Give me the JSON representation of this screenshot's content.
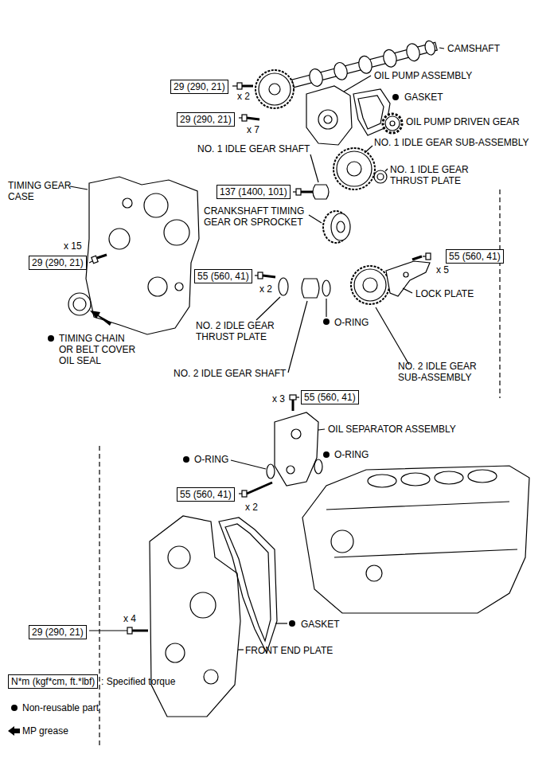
{
  "diagram": {
    "nodes": [
      {
        "text": [
          "29 (290, 21)"
        ]
      },
      {
        "text": [
          "29 (290, 21)"
        ]
      },
      {
        "text": [
          "137 (1400, 101)"
        ]
      },
      {
        "text": [
          "29 (290, 21)"
        ]
      },
      {
        "text": [
          "55 (560, 41)"
        ]
      },
      {
        "text": [
          "55 (560, 41)"
        ]
      },
      {
        "text": [
          "55 (560, 41)"
        ]
      },
      {
        "text": [
          "55 (560, 41)"
        ]
      },
      {
        "text": [
          "29 (290, 21)"
        ]
      },
      {
        "text": [
          "N*m (kgf*cm, ft.*lbf)"
        ]
      }
    ],
    "labels": [
      "CAMSHAFT",
      "OIL PUMP ASSEMBLY",
      "x 2",
      "GASKET",
      "x 7",
      "OIL PUMP DRIVEN GEAR",
      "NO. 1 IDLE GEAR SHAFT",
      "NO. 1 IDLE GEAR SUB-ASSEMBLY",
      "TIMING GEAR CASE",
      "NO. 1 IDLE GEAR THRUST PLATE",
      "CRANKSHAFT TIMING GEAR OR SPROCKET",
      "x 15",
      "x 5",
      "LOCK PLATE",
      "x 2",
      "O-RING",
      "NO. 2 IDLE GEAR THRUST PLATE",
      "TIMING CHAIN OR BELT COVER OIL SEAL",
      "NO. 2 IDLE GEAR SHAFT",
      "NO. 2 IDLE GEAR SUB-ASSEMBLY",
      "x 3",
      "OIL SEPARATOR ASSEMBLY",
      "O-RING",
      "O-RING",
      "x 2",
      "x 4",
      "GASKET",
      "FRONT END PLATE"
    ],
    "legend": [
      {
        "text": ": Specified torque"
      },
      {
        "text": "Non-reusable part"
      },
      {
        "text": "MP grease"
      }
    ]
  }
}
